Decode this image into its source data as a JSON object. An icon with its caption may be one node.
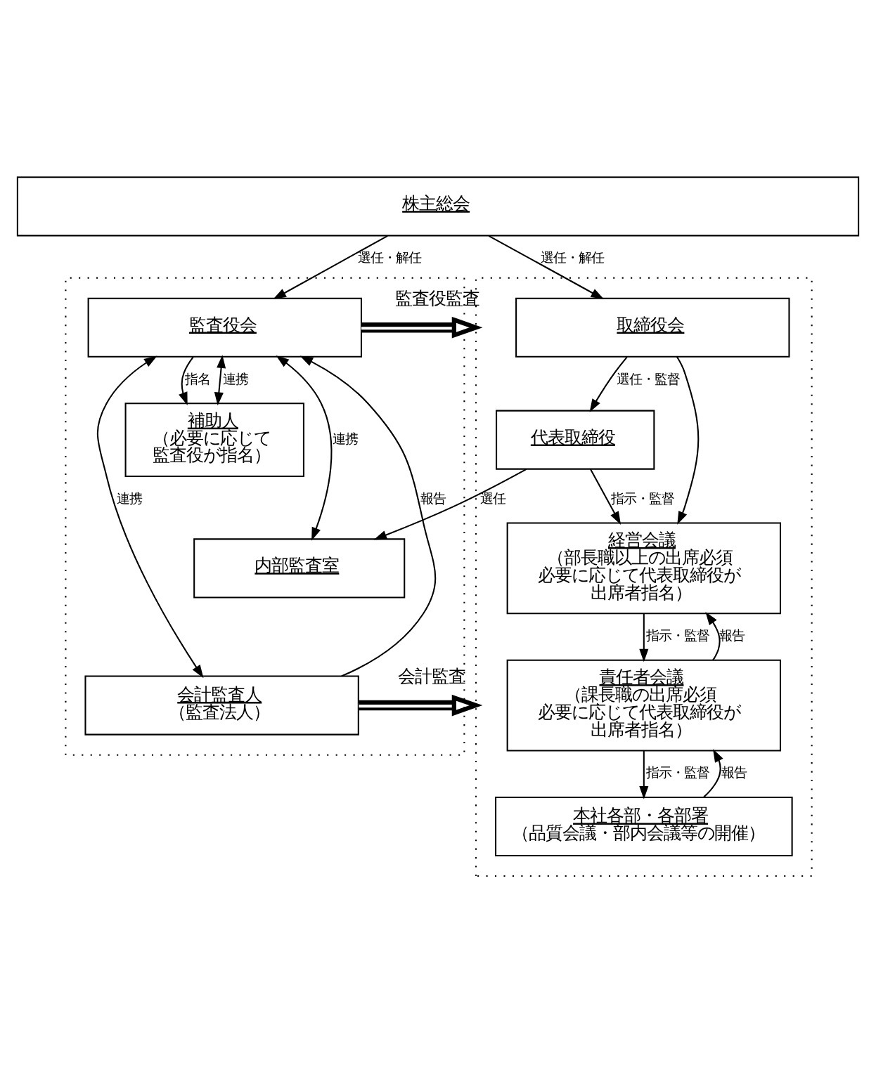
{
  "diagram": {
    "nodes": [
      {
        "text": [
          "株主総会"
        ]
      },
      {
        "text": [],
        "shape": "box"
      },
      {
        "text": [
          "監査役会"
        ],
        "in": 1
      },
      {
        "text": [
          "補助人",
          "（必要に応じて監査役が指名）"
        ],
        "in": 1
      },
      {
        "text": [
          "内部監査室"
        ],
        "in": 1
      },
      {
        "text": [
          "会計監査人",
          "（監査法人）"
        ],
        "in": 1
      },
      {
        "text": [],
        "shape": "box"
      },
      {
        "text": [
          "取締役会"
        ],
        "in": 6
      },
      {
        "text": [
          "代表取締役"
        ],
        "in": 6
      },
      {
        "text": [
          "経営会議",
          "（部長職以上の出席必須必要に応じて代表取締役が出席者指名）"
        ],
        "in": 6
      },
      {
        "text": [
          "責任者会議",
          "（課長職の出席必須必要に応じて代表取締役が出席者指名）"
        ],
        "in": 6
      },
      {
        "text": [
          "本社各部・各部署",
          "（品質会議・部内会議等の開催）"
        ],
        "in": 6
      }
    ],
    "edges": [
      {
        "from": 0,
        "to": 2,
        "arrow": "to",
        "label": "選任・解任"
      },
      {
        "from": 0,
        "to": 7,
        "arrow": "to",
        "label": "選任・解任"
      },
      {
        "from": 2,
        "to": 6,
        "arrow": "to",
        "label": "監査役監査",
        "style": "thick"
      },
      {
        "from": 2,
        "to": 3,
        "arrow": "both",
        "label": "連携"
      },
      {
        "from": 2,
        "to": 3,
        "arrow": "to",
        "label": "指名"
      },
      {
        "from": 2,
        "to": 4,
        "arrow": "both",
        "label": "連携"
      },
      {
        "from": 5,
        "to": 2,
        "arrow": "to",
        "label": "報告"
      },
      {
        "from": 2,
        "to": 5,
        "arrow": "both",
        "label": "連携"
      },
      {
        "from": 7,
        "to": 8,
        "arrow": "to",
        "label": "選任・監督"
      },
      {
        "from": 7,
        "to": 9,
        "arrow": "to"
      },
      {
        "from": 8,
        "to": 4,
        "arrow": "to",
        "label": "選任"
      },
      {
        "from": 8,
        "to": 9,
        "arrow": "to",
        "label": "指示・監督"
      },
      {
        "from": 9,
        "to": 10,
        "arrow": "to",
        "label": "指示・監督"
      },
      {
        "from": 10,
        "to": 9,
        "arrow": "to",
        "label": "報告"
      },
      {
        "from": 10,
        "to": 11,
        "arrow": "to",
        "label": "指示・監督"
      },
      {
        "from": 11,
        "to": 10,
        "arrow": "to",
        "label": "報告"
      },
      {
        "from": 5,
        "to": 6,
        "arrow": "to",
        "label": "会計監査",
        "style": "thick"
      }
    ]
  }
}
